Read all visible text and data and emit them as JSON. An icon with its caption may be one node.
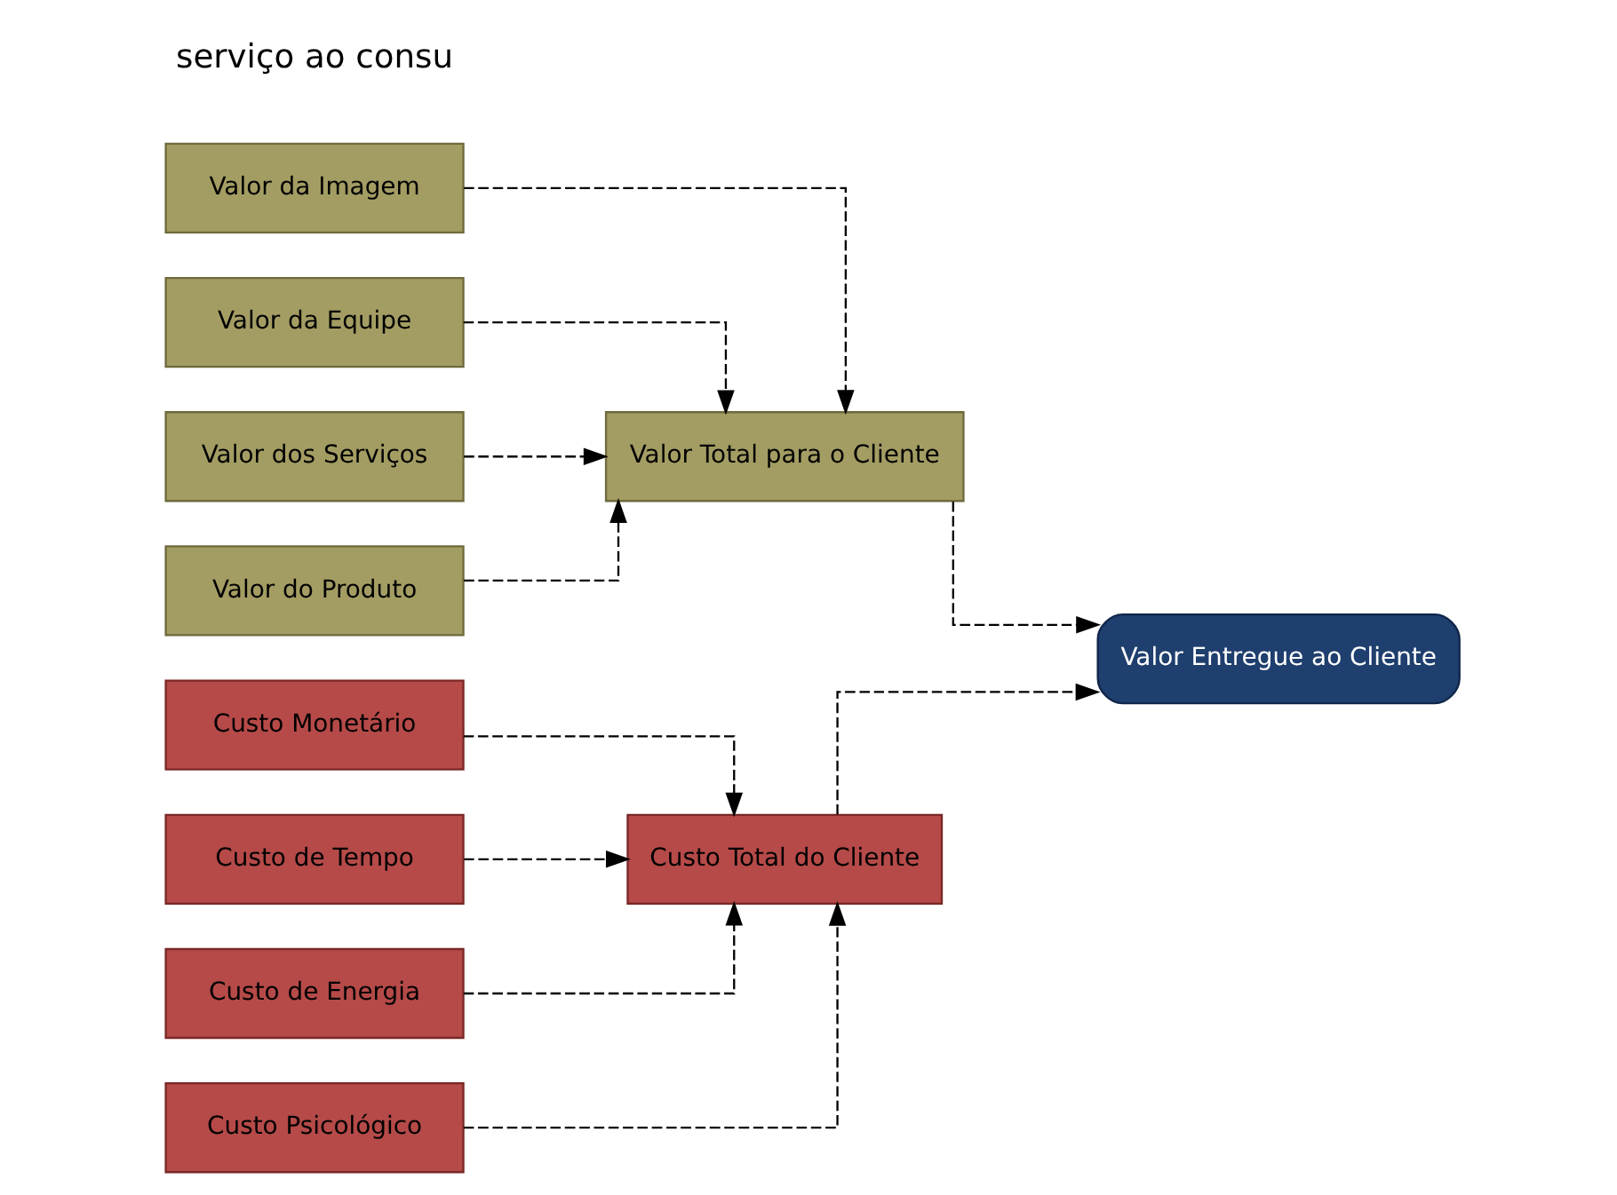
{
  "diagram": {
    "nodes": [
      {
        "text": [
          "Valor da Imagem"
        ]
      },
      {
        "text": [
          "Valor da Equipe"
        ]
      },
      {
        "text": [
          "Valor dos Serviços"
        ]
      },
      {
        "text": [
          "Valor do Produto"
        ]
      },
      {
        "text": [
          "Valor Total para o Cliente"
        ]
      },
      {
        "text": [
          "Custo Monetário"
        ]
      },
      {
        "text": [
          "Custo de Tempo"
        ]
      },
      {
        "text": [
          "Custo de Energia"
        ]
      },
      {
        "text": [
          "Custo Psicológico"
        ]
      },
      {
        "text": [
          "Custo Total do Cliente"
        ]
      },
      {
        "text": [
          "Valor Entregue ao Cliente"
        ]
      }
    ],
    "edges": [
      {
        "from": 0,
        "to": 4,
        "arrow": "to",
        "style": "dashed"
      },
      {
        "from": 1,
        "to": 4,
        "arrow": "to",
        "style": "dashed"
      },
      {
        "from": 2,
        "to": 4,
        "arrow": "to",
        "style": "dashed"
      },
      {
        "from": 3,
        "to": 4,
        "arrow": "to",
        "style": "dashed"
      },
      {
        "from": 5,
        "to": 9,
        "arrow": "to",
        "style": "dashed"
      },
      {
        "from": 6,
        "to": 9,
        "arrow": "to",
        "style": "dashed"
      },
      {
        "from": 7,
        "to": 9,
        "arrow": "to",
        "style": "dashed"
      },
      {
        "from": 8,
        "to": 9,
        "arrow": "to",
        "style": "dashed"
      },
      {
        "from": 4,
        "to": 10,
        "arrow": "to",
        "style": "dashed"
      },
      {
        "from": 9,
        "to": 10,
        "arrow": "to",
        "style": "dashed"
      }
    ],
    "labels": [
      "serviço ao consu"
    ]
  }
}
